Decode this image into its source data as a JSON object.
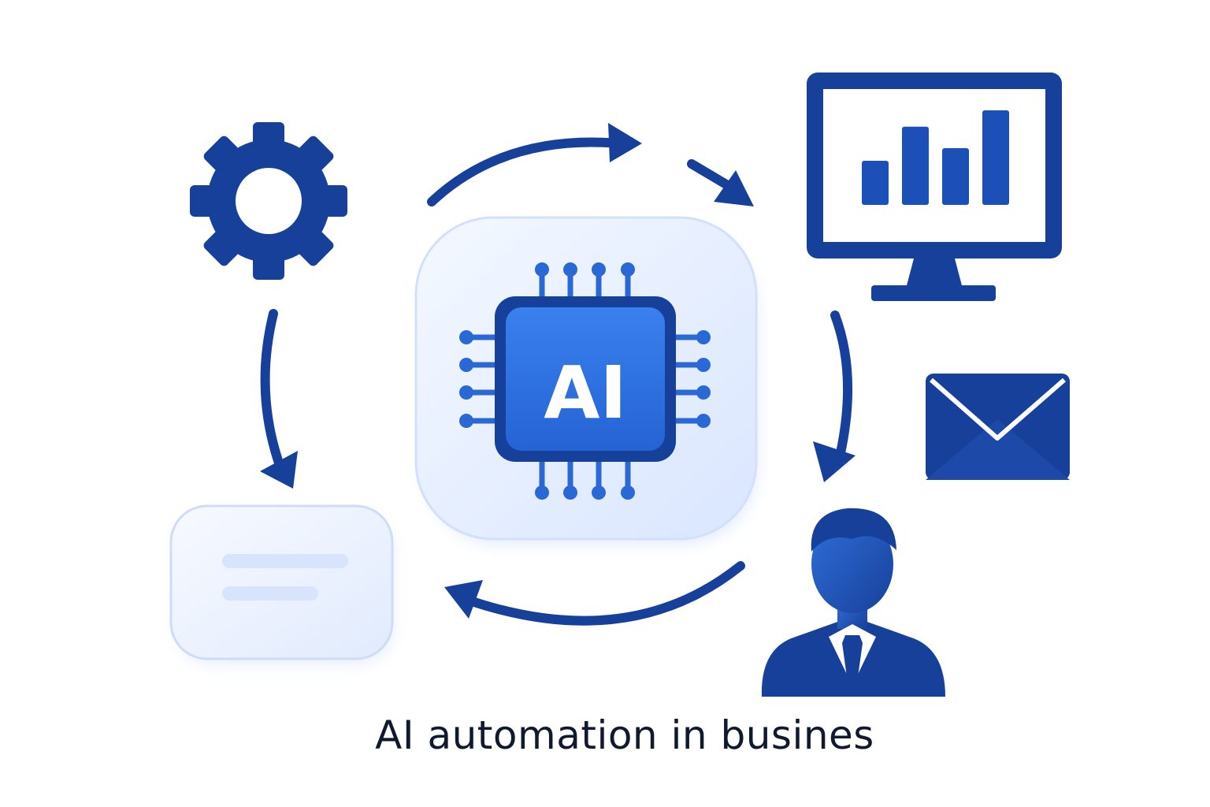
{
  "caption": "AI automation in busines",
  "chip": {
    "label": "AI"
  },
  "colors": {
    "primary": "#17409a",
    "accent": "#2a68d6",
    "chip_core": "#2f73e6",
    "panel": "#eaf1ff",
    "panel_border": "#cfdcf7"
  },
  "icons": {
    "settings": "gear-icon",
    "ai": "ai-chip-icon",
    "analytics": "monitor-bar-chart-icon",
    "email": "envelope-icon",
    "user": "businessman-icon",
    "message": "message-card-icon"
  },
  "monitor_bars": [
    0.35,
    0.62,
    0.45,
    0.75
  ]
}
